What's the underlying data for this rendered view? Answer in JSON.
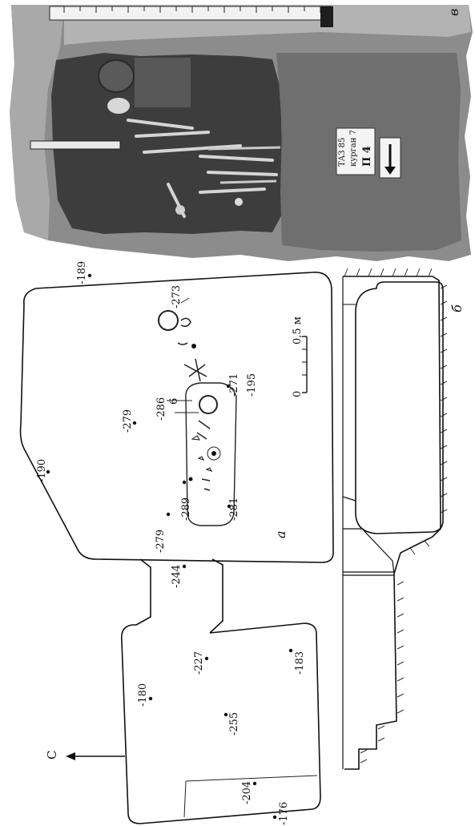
{
  "figure": {
    "panel_labels": {
      "plan": "а",
      "section": "б",
      "photo": "в"
    },
    "north_label": "С",
    "scale": {
      "zero": "0",
      "half": "0,5 м"
    },
    "depth_marks": {
      "d189": "-189",
      "d273": "-273",
      "d190": "-190",
      "d279a": "-279",
      "d286": "-286",
      "d6": "6",
      "d271": "-271",
      "d195": "-195",
      "d289": "-289",
      "d279b": "-279",
      "d281": "-281",
      "d244": "-244",
      "d180": "-180",
      "d227": "-227",
      "d183": "-183",
      "d255": "-255",
      "d204": "-204",
      "d176": "-176"
    },
    "photo_card": {
      "line1": "ТАЗ 85",
      "line2": "курган 7",
      "line3": "П 4"
    }
  }
}
